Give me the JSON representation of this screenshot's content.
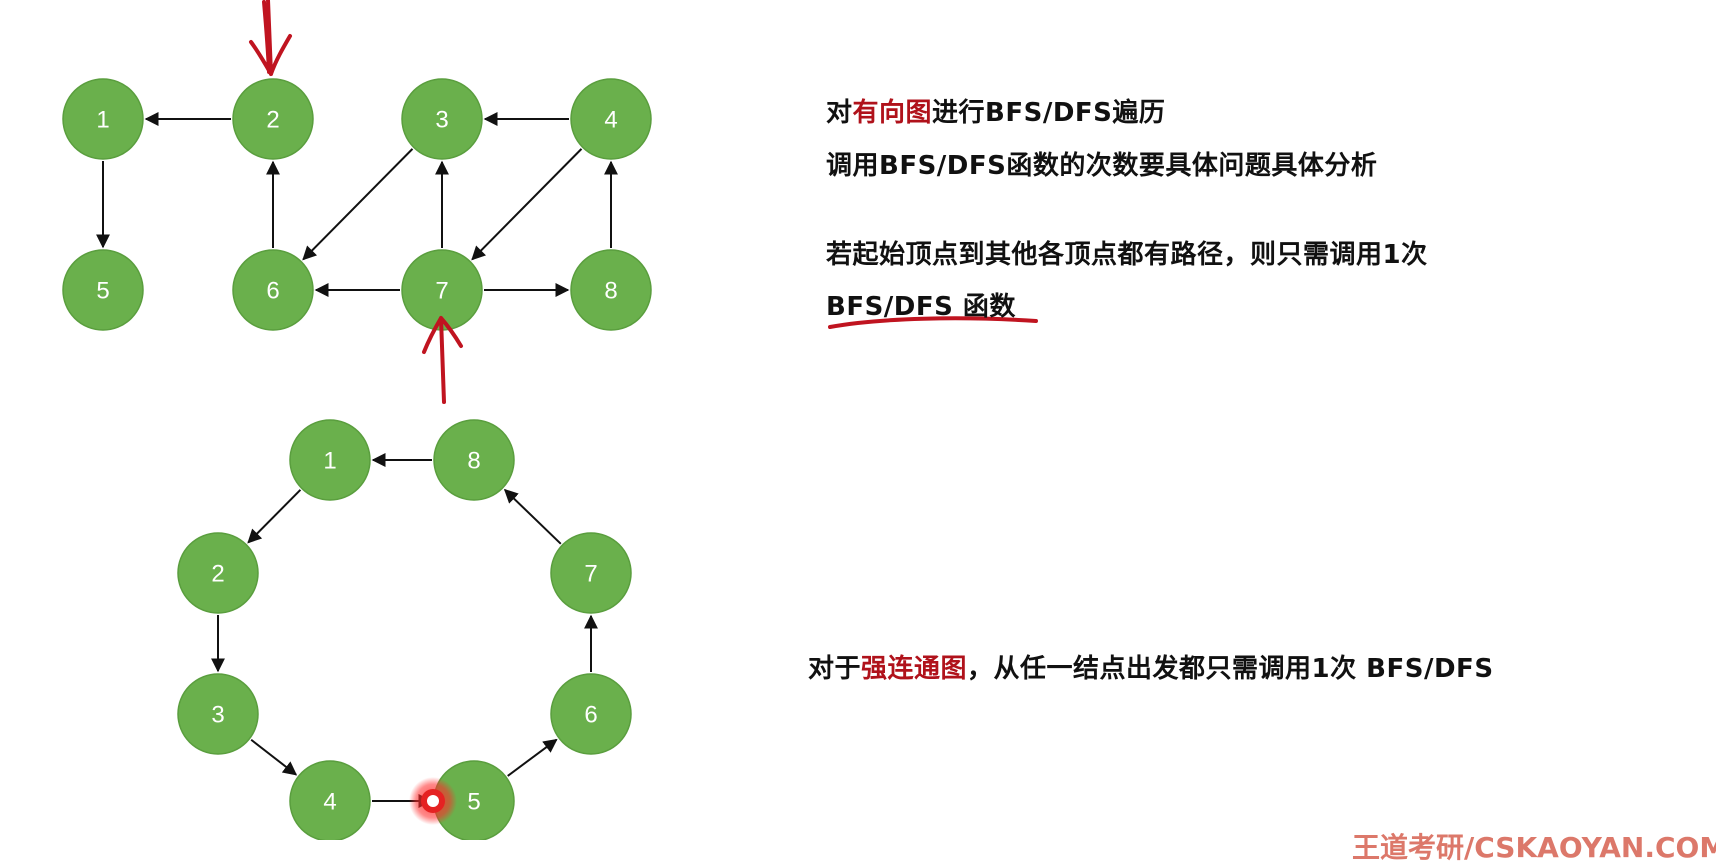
{
  "colors": {
    "node_fill": "#6ab04c",
    "node_stroke": "#5a9e3e",
    "edge": "#111111",
    "annotation_red": "#c01420",
    "highlight_text": "#b0121b"
  },
  "graph_directed": {
    "nodes": [
      {
        "id": "1",
        "label": "1"
      },
      {
        "id": "2",
        "label": "2"
      },
      {
        "id": "3",
        "label": "3"
      },
      {
        "id": "4",
        "label": "4"
      },
      {
        "id": "5",
        "label": "5"
      },
      {
        "id": "6",
        "label": "6"
      },
      {
        "id": "7",
        "label": "7"
      },
      {
        "id": "8",
        "label": "8"
      }
    ],
    "edges": [
      [
        "2",
        "1"
      ],
      [
        "1",
        "5"
      ],
      [
        "6",
        "2"
      ],
      [
        "3",
        "6"
      ],
      [
        "7",
        "6"
      ],
      [
        "7",
        "3"
      ],
      [
        "4",
        "3"
      ],
      [
        "4",
        "7"
      ],
      [
        "7",
        "8"
      ],
      [
        "8",
        "4"
      ]
    ]
  },
  "graph_strong": {
    "nodes": [
      {
        "id": "1",
        "label": "1"
      },
      {
        "id": "2",
        "label": "2"
      },
      {
        "id": "3",
        "label": "3"
      },
      {
        "id": "4",
        "label": "4"
      },
      {
        "id": "5",
        "label": "5"
      },
      {
        "id": "6",
        "label": "6"
      },
      {
        "id": "7",
        "label": "7"
      },
      {
        "id": "8",
        "label": "8"
      }
    ],
    "edges": [
      [
        "1",
        "2"
      ],
      [
        "2",
        "3"
      ],
      [
        "3",
        "4"
      ],
      [
        "4",
        "5"
      ],
      [
        "5",
        "6"
      ],
      [
        "6",
        "7"
      ],
      [
        "7",
        "8"
      ],
      [
        "8",
        "1"
      ]
    ]
  },
  "text": {
    "line1_prefix": "对",
    "line1_highlight": "有向图",
    "line1_suffix": "进行BFS/DFS遍历",
    "line2": "调用BFS/DFS函数的次数要具体问题具体分析",
    "line3": "若起始顶点到其他各顶点都有路径，则只需调用1次",
    "line4": "BFS/DFS 函数",
    "line5_prefix": "对于",
    "line5_highlight": "强连通图",
    "line5_suffix": "，从任一结点出发都只需调用1次 BFS/DFS",
    "watermark": "王道考研/CSKAOYAN.COM"
  }
}
